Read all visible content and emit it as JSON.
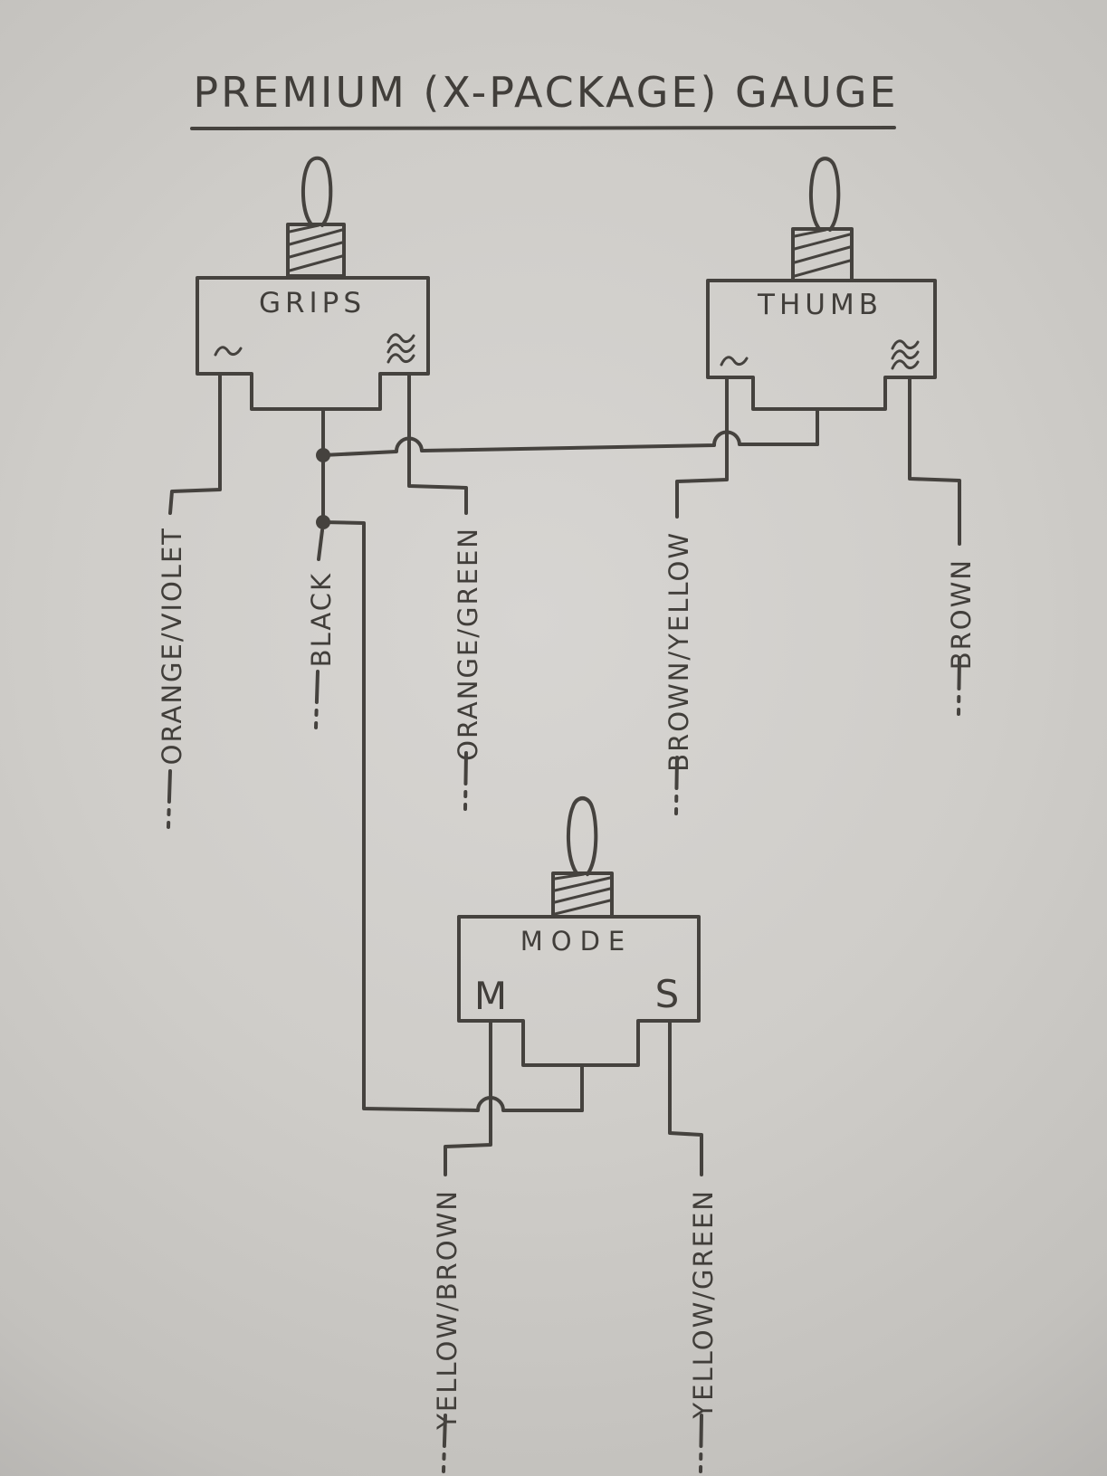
{
  "title": "PREMIUM (X-PACKAGE) GAUGE",
  "colors": {
    "paper": "#cfcdc9",
    "ink": "#45423e"
  },
  "switches": [
    {
      "name": "GRIPS",
      "left_terminal_icon": "single-wave",
      "right_terminal_icon": "triple-wave"
    },
    {
      "name": "THUMB",
      "left_terminal_icon": "single-wave",
      "right_terminal_icon": "triple-wave"
    },
    {
      "name": "MODE",
      "left_terminal_label": "M",
      "right_terminal_label": "S"
    }
  ],
  "wires": {
    "grips_left": "ORANGE/VIOLET",
    "grips_common": "BLACK",
    "grips_right": "ORANGE/GREEN",
    "thumb_left": "BROWN/YELLOW",
    "thumb_right": "BROWN",
    "mode_m": "YELLOW/BROWN",
    "mode_s": "YELLOW/GREEN"
  }
}
